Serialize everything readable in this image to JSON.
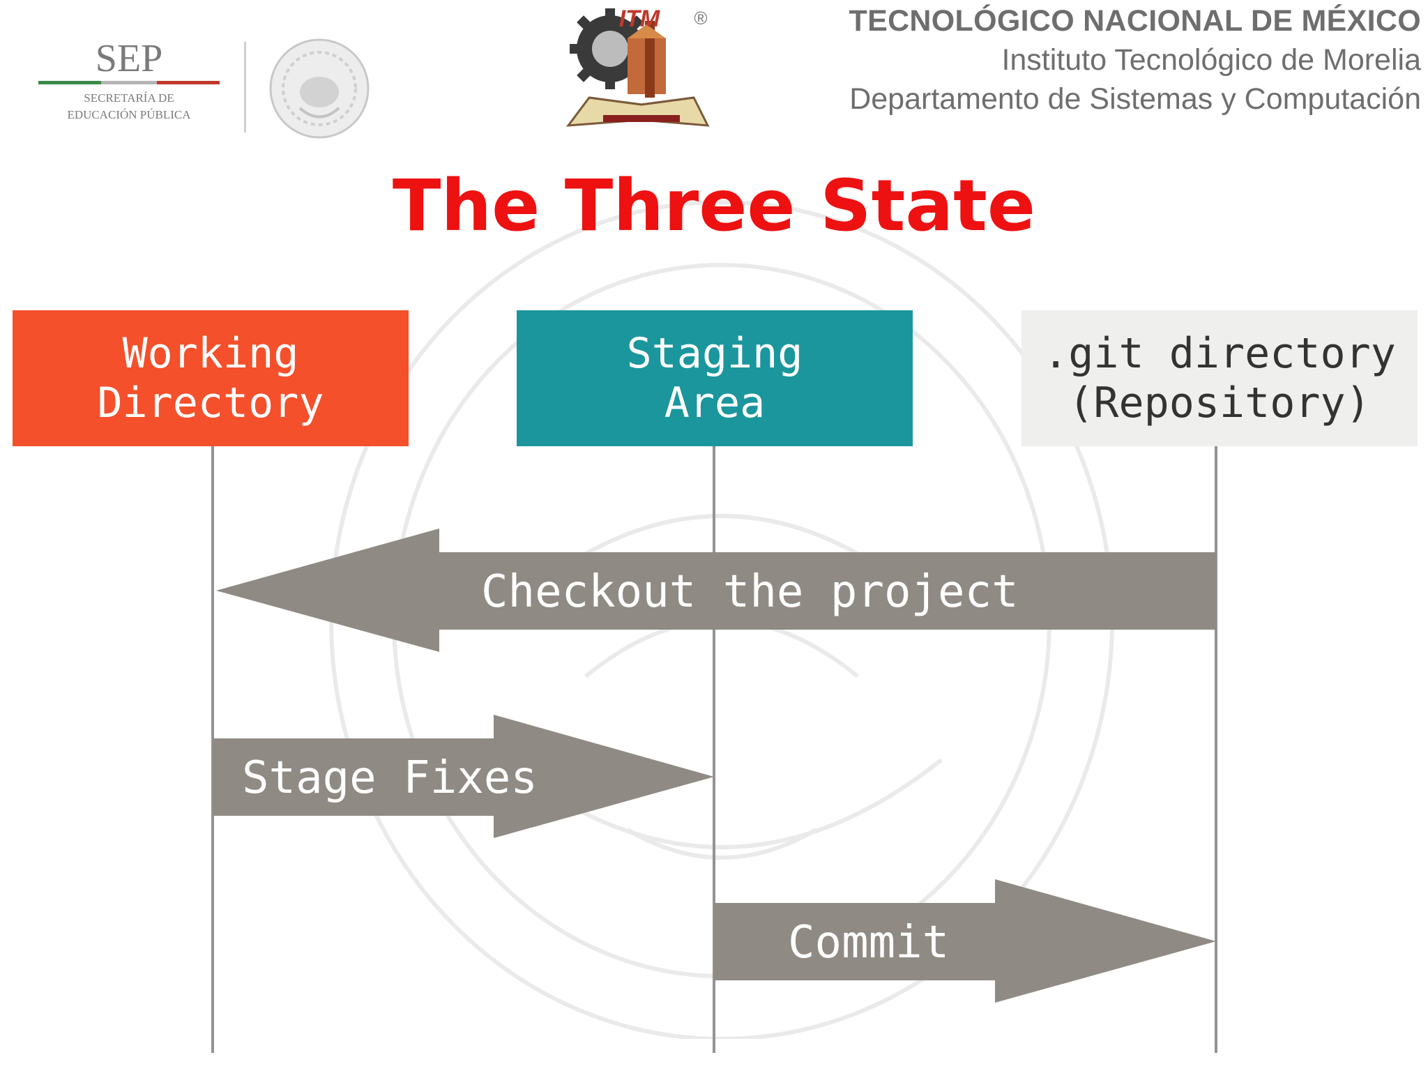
{
  "header": {
    "line1": "TECNOLÓGICO NACIONAL DE MÉXICO",
    "line2": "Instituto Tecnológico de Morelia",
    "line3": "Departamento de Sistemas y Computación"
  },
  "logos": {
    "sep": {
      "name": "SEP",
      "sub1": "SECRETARÍA DE",
      "sub2": "EDUCACIÓN PÚBLICA"
    },
    "htm": {
      "name": "ITM",
      "registered": "®"
    }
  },
  "title": "The Three State",
  "states": [
    {
      "line1": "Working",
      "line2": "Directory",
      "color": "#f4502b"
    },
    {
      "line1": "Staging",
      "line2": "Area",
      "color": "#1b969d"
    },
    {
      "line1": ".git directory",
      "line2": "(Repository)",
      "color": "#efefed"
    }
  ],
  "actions": [
    {
      "label": "Checkout the project",
      "from": ".git directory",
      "to": "Working Directory"
    },
    {
      "label": "Stage Fixes",
      "from": "Working Directory",
      "to": "Staging Area"
    },
    {
      "label": "Commit",
      "from": "Staging Area",
      "to": ".git directory"
    }
  ],
  "colors": {
    "title": "#ee1111",
    "arrow": "#8f8a83",
    "lifeline": "#939393",
    "header_text": "#6e6e6e"
  }
}
